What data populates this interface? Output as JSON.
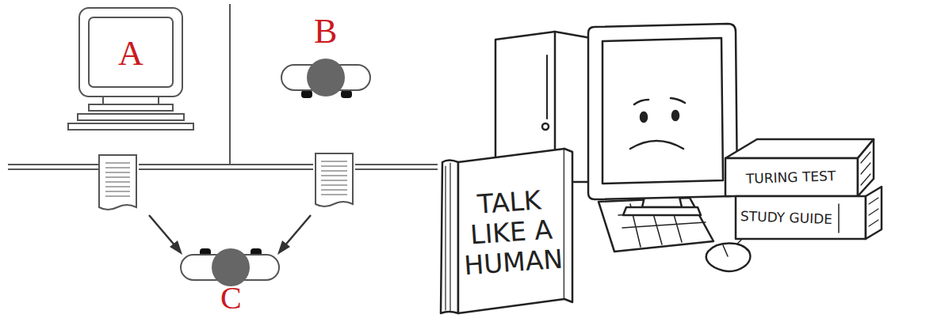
{
  "diagram": {
    "labels": [
      "A",
      "B",
      "C",
      "TALK LIKE A HUMAN",
      "TURING TEST",
      "STUDY GUIDE"
    ]
  }
}
